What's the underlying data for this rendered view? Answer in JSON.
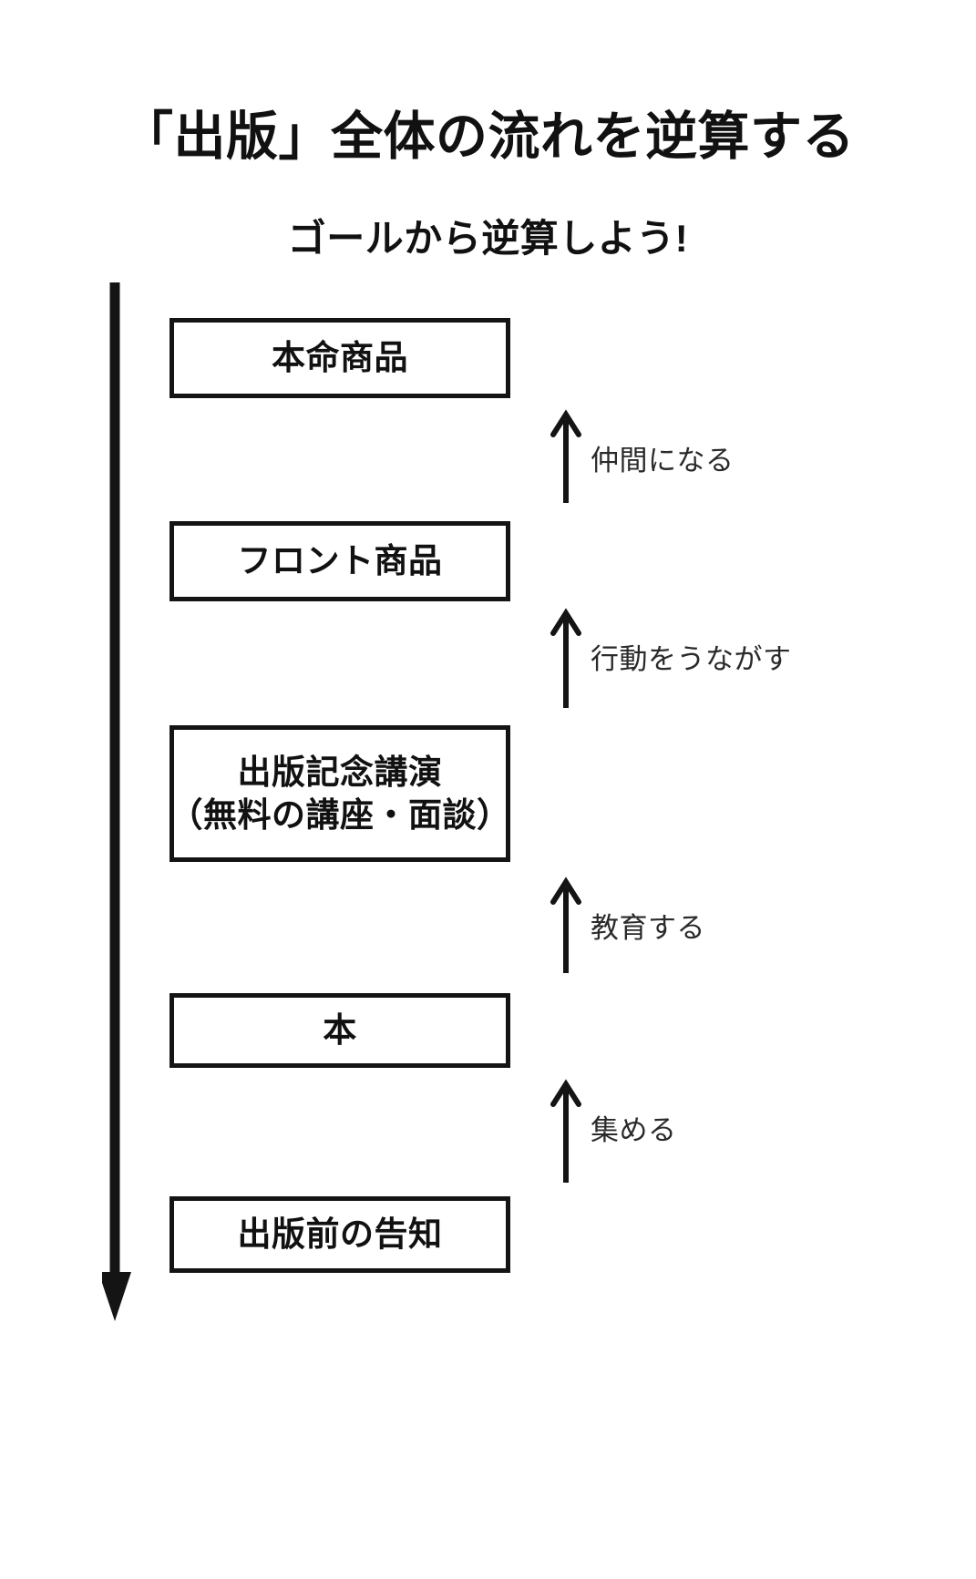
{
  "title": "「出版」全体の流れを逆算する",
  "subtitle": "ゴールから逆算しよう!",
  "colors": {
    "stroke": "#141414",
    "text": "#111111",
    "label_text": "#2a2a2a",
    "background": "#ffffff"
  },
  "axis": {
    "direction_icon": "down-arrow-icon"
  },
  "chart_data": {
    "type": "diagram",
    "title": "「出版」全体の流れを逆算する",
    "subtitle": "ゴールから逆算しよう!",
    "flow_direction": "bottom-to-top",
    "stages": [
      {
        "lines": [
          "本命商品"
        ]
      },
      {
        "lines": [
          "フロント商品"
        ]
      },
      {
        "lines": [
          "出版記念講演",
          "（無料の講座・面談）"
        ]
      },
      {
        "lines": [
          "本"
        ]
      },
      {
        "lines": [
          "出版前の告知"
        ]
      }
    ],
    "transitions": [
      {
        "label": "仲間になる",
        "from": "フロント商品",
        "to": "本命商品"
      },
      {
        "label": "行動をうながす",
        "from": "出版記念講演（無料の講座・面談）",
        "to": "フロント商品"
      },
      {
        "label": "教育する",
        "from": "本",
        "to": "出版記念講演（無料の講座・面談）"
      },
      {
        "label": "集める",
        "from": "出版前の告知",
        "to": "本"
      }
    ]
  },
  "boxes": [
    {
      "line1": "本命商品",
      "line2": ""
    },
    {
      "line1": "フロント商品",
      "line2": ""
    },
    {
      "line1": "出版記念講演",
      "line2": "（無料の講座・面談）"
    },
    {
      "line1": "本",
      "line2": ""
    },
    {
      "line1": "出版前の告知",
      "line2": ""
    }
  ],
  "arrow_labels": [
    {
      "text": "仲間になる"
    },
    {
      "text": "行動をうながす"
    },
    {
      "text": "教育する"
    },
    {
      "text": "集める"
    }
  ]
}
